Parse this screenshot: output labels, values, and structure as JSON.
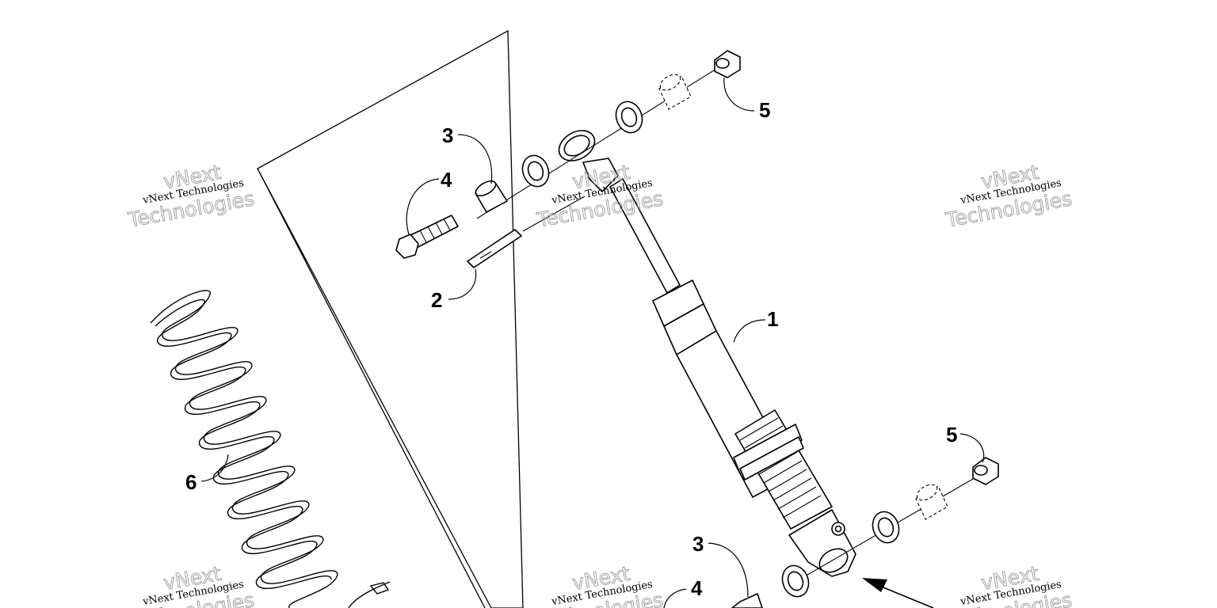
{
  "callouts": {
    "shock_absorber": "1",
    "spring_pin": "2",
    "bushing_upper": "3",
    "bushing_lower": "3",
    "bolt_upper": "4",
    "bolt_lower": "4",
    "nut_upper": "5",
    "nut_lower": "5",
    "spring": "6"
  },
  "watermark": {
    "line1": "vNext",
    "line2": "vNext Technologies",
    "line3": "Technologies"
  },
  "colors": {
    "ink": "#000000",
    "watermark_outline": "#9a9a9a",
    "background": "#ffffff"
  }
}
